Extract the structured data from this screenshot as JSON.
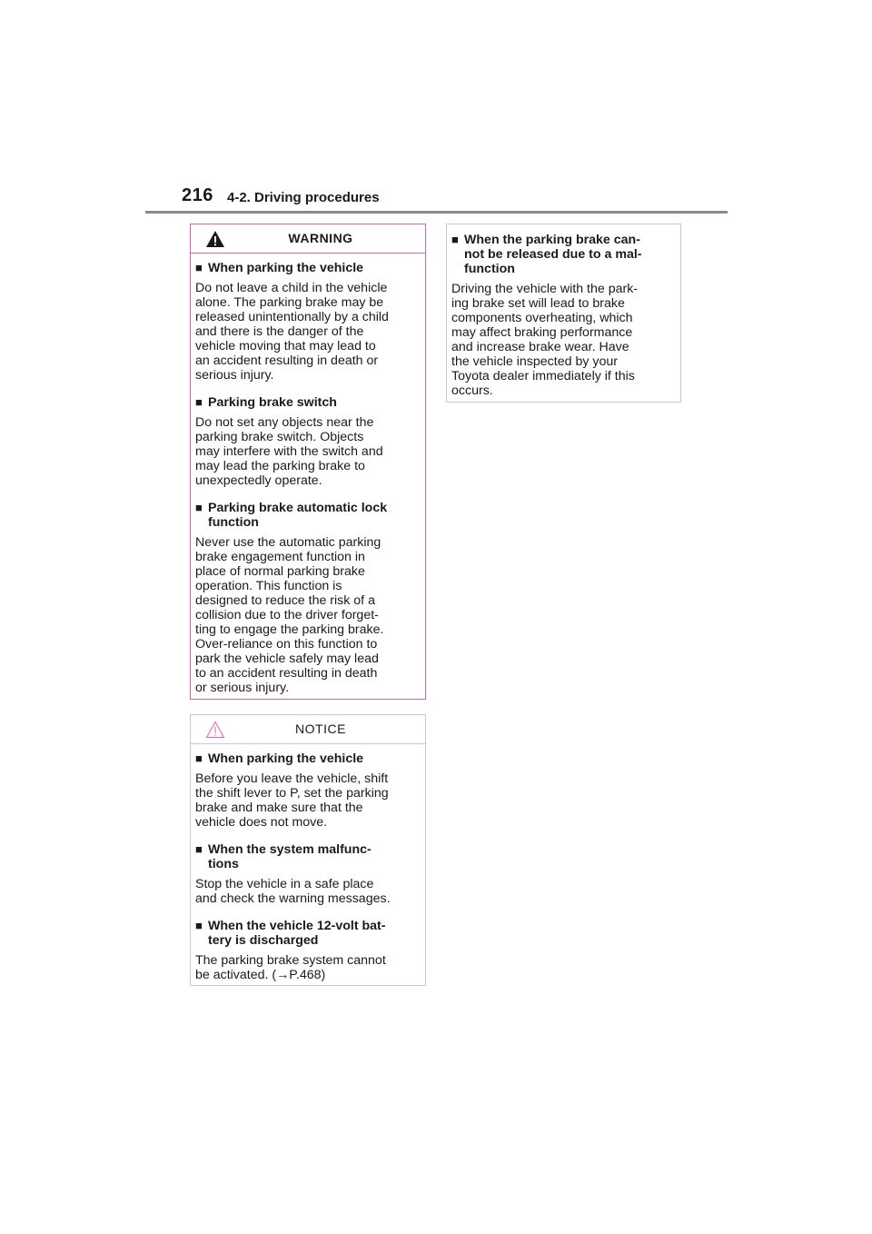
{
  "header": {
    "page_number": "216",
    "section": "4-2. Driving procedures"
  },
  "warning_box": {
    "label": "WARNING",
    "items": [
      {
        "heading": "When parking the vehicle",
        "text": "Do not leave a child in the vehicle\nalone. The parking brake may be\nreleased unintentionally by a child\nand there is the danger of the\nvehicle moving that may lead to\nan accident resulting in death or\nserious injury."
      },
      {
        "heading": "Parking brake switch",
        "text": "Do not set any objects near the\nparking brake switch. Objects\nmay interfere with the switch and\nmay lead the parking brake to\nunexpectedly operate."
      },
      {
        "heading": "Parking brake automatic lock\nfunction",
        "text": "Never use the automatic parking\nbrake engagement function in\nplace of normal parking brake\noperation. This function is\ndesigned to reduce the risk of a\ncollision due to the driver forget-\nting to engage the parking brake.\nOver-reliance on this function to\npark the vehicle safely may lead\nto an accident resulting in death\nor serious injury."
      }
    ]
  },
  "notice_box": {
    "label": "NOTICE",
    "items": [
      {
        "heading": "When parking the vehicle",
        "text": "Before you leave the vehicle, shift\nthe shift lever to P, set the parking\nbrake and make sure that the\nvehicle does not move."
      },
      {
        "heading": "When the system malfunc-\ntions",
        "text": "Stop the vehicle in a safe place\nand check the warning messages."
      },
      {
        "heading": "When the vehicle 12-volt bat-\ntery is discharged",
        "text": "The parking brake system cannot\nbe activated. (→P.468)"
      }
    ]
  },
  "continued_box": {
    "items": [
      {
        "heading": "When the parking brake can-\nnot be released due to a mal-\nfunction",
        "text": "Driving the vehicle with the park-\ning brake set will lead to brake\ncomponents overheating, which\nmay affect braking performance\nand increase brake wear. Have\nthe vehicle inspected by your\nToyota dealer immediately if this\noccurs."
      }
    ]
  },
  "colors": {
    "warning_border": "#e35fb0",
    "notice_icon": "#e35fb0",
    "rule": "#8a8a8a"
  },
  "icons": {
    "warning": "warning-triangle-icon",
    "notice": "notice-triangle-icon"
  }
}
